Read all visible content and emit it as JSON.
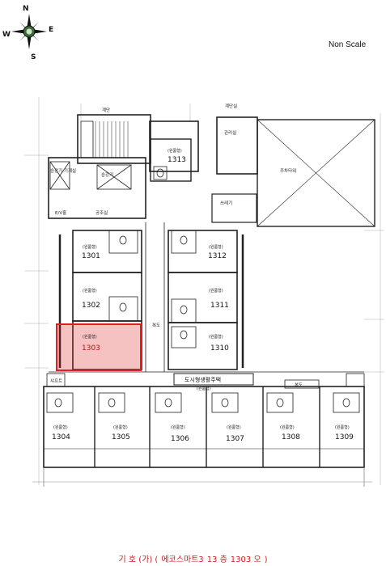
{
  "compass": {
    "north": "N",
    "south": "S",
    "east": "E",
    "west": "W"
  },
  "scale_note": "Non Scale",
  "highlight_color": "#e02020",
  "labels": {
    "stair": "계단",
    "elev_hall": "E/V홀",
    "shaft_room": "승강기\n기계실",
    "elevator": "승강기",
    "utility": "공조실",
    "garbage": "쓰레기",
    "hall": "복도",
    "sign": "도시형생활주택",
    "sign_sub": "(원룸형)",
    "void": "주차타워",
    "pit": "샤프트",
    "corridor": "복도",
    "stair_north": "계단실",
    "office": "관리실"
  },
  "unit_type": "(원룸형)",
  "units": {
    "u1313": "1313",
    "u1301": "1301",
    "u1312": "1312",
    "u1302": "1302",
    "u1311": "1311",
    "u1303": "1303",
    "u1310": "1310",
    "u1304": "1304",
    "u1305": "1305",
    "u1306": "1306",
    "u1307": "1307",
    "u1308": "1308",
    "u1309": "1309"
  },
  "caption": {
    "prefix": "기 호 (가) (",
    "building": "에코스마트3",
    "floor": "13 층",
    "unit": "1303 오",
    "suffix": ")"
  }
}
